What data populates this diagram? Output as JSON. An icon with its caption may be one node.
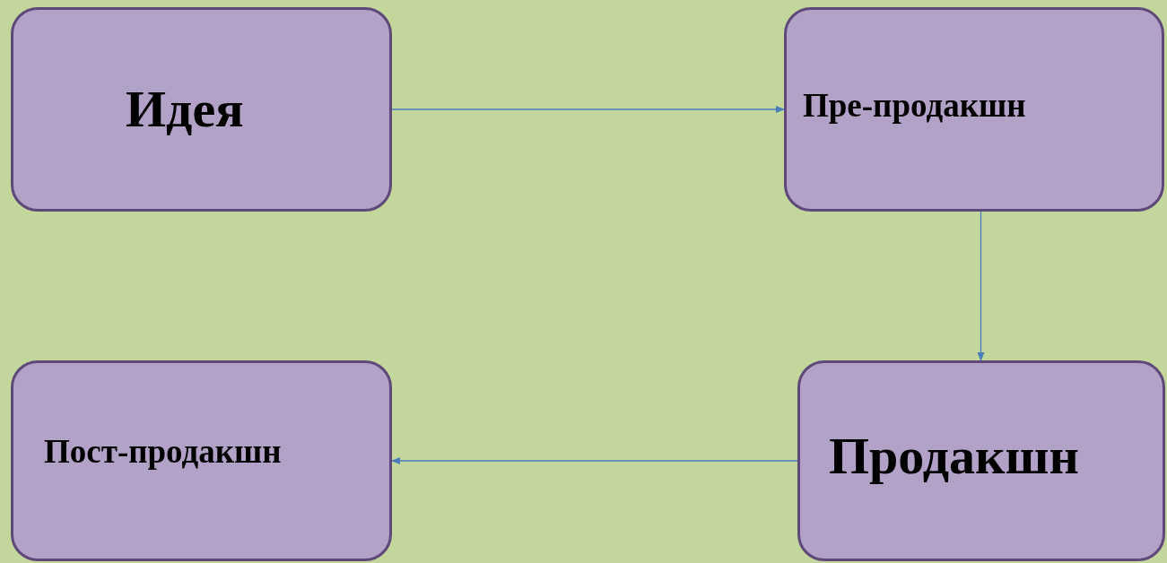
{
  "diagram": {
    "nodes": [
      {
        "text": [
          "Идея"
        ]
      },
      {
        "text": [
          "Пре-продакшн"
        ]
      },
      {
        "text": [
          "Продакшн"
        ]
      },
      {
        "text": [
          "Пост-продакшн"
        ]
      }
    ],
    "edges": [
      {
        "from": 0,
        "to": 1,
        "arrow": "to"
      },
      {
        "from": 1,
        "to": 2,
        "arrow": "to"
      },
      {
        "from": 2,
        "to": 3,
        "arrow": "to"
      }
    ]
  }
}
